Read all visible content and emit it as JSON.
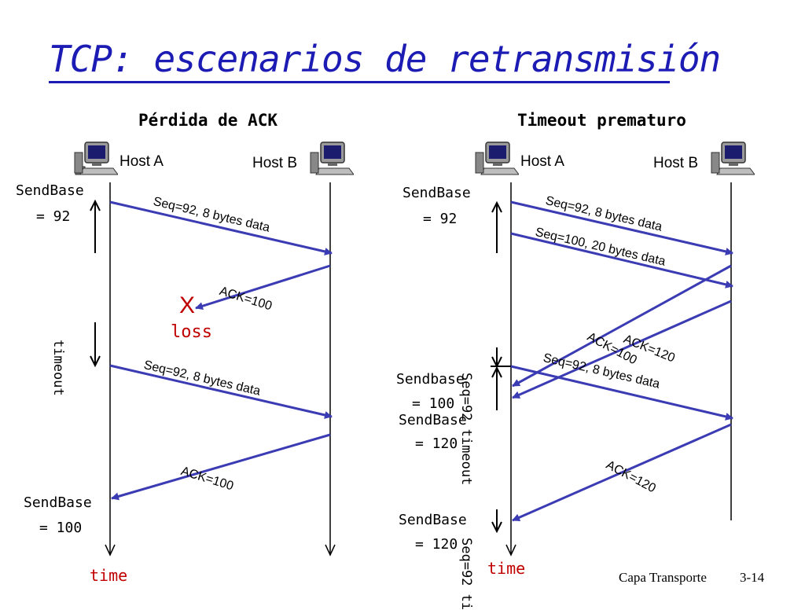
{
  "title": "TCP: escenarios de retransmisión",
  "left": {
    "heading": "Pérdida de ACK",
    "host_a": "Host A",
    "host_b": "Host B",
    "sendbase_1": "SendBase",
    "sendbase_1_val": "= 92",
    "msg_1": "Seq=92, 8 bytes data",
    "ack_1": "ACK=100",
    "x_mark": "X",
    "loss": "loss",
    "timeout": "timeout",
    "msg_2": "Seq=92, 8 bytes data",
    "ack_2": "ACK=100",
    "sendbase_2": "SendBase",
    "sendbase_2_val": "= 100",
    "time": "time"
  },
  "right": {
    "heading": "Timeout prematuro",
    "host_a": "Host A",
    "host_b": "Host B",
    "sendbase_1": "SendBase",
    "sendbase_1_val": "= 92",
    "msg_1": "Seq=92, 8 bytes data",
    "msg_2": "Seq=100, 20 bytes data",
    "ack_100": "ACK=100",
    "ack_120": "ACK=120",
    "msg_3": "Seq=92, 8 bytes data",
    "sendbase_2": "Sendbase",
    "sendbase_2_val": "= 100",
    "sendbase_3": "SendBase",
    "sendbase_3_val": "= 120",
    "timeout_1": "Seq=92 timeout",
    "ack_120_b": "ACK=120",
    "sendbase_4": "SendBase",
    "sendbase_4_val": "= 120",
    "timeout_2": "Seq=92 ti",
    "time": "time"
  },
  "footer": {
    "chapter": "Capa Transporte",
    "page": "3-14"
  },
  "colors": {
    "title": "#1c1cb4",
    "arrow": "#3b3bb4",
    "accent_red": "#c00000"
  },
  "icons": [
    "computer-icon"
  ]
}
